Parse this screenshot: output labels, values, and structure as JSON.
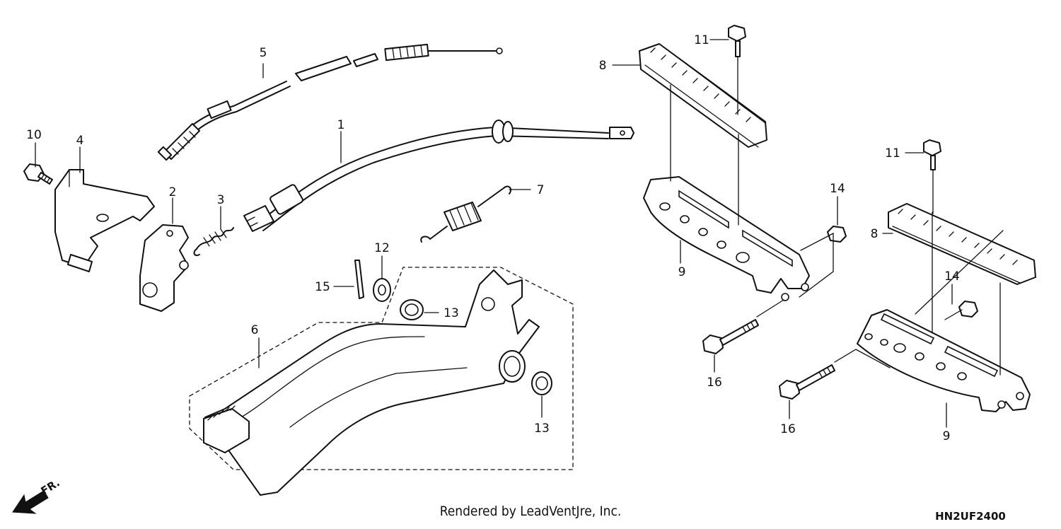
{
  "diagram": {
    "callouts": [
      "1",
      "2",
      "3",
      "4",
      "5",
      "6",
      "7",
      "8",
      "8",
      "9",
      "9",
      "10",
      "11",
      "11",
      "12",
      "13",
      "13",
      "14",
      "14",
      "15",
      "16",
      "16"
    ],
    "front_marker": "FR.",
    "footer": {
      "credit": "Rendered by LeadVentJre, Inc.",
      "code": "HN2UF2400"
    },
    "colors": {
      "line": "#111111",
      "background": "#ffffff"
    }
  }
}
